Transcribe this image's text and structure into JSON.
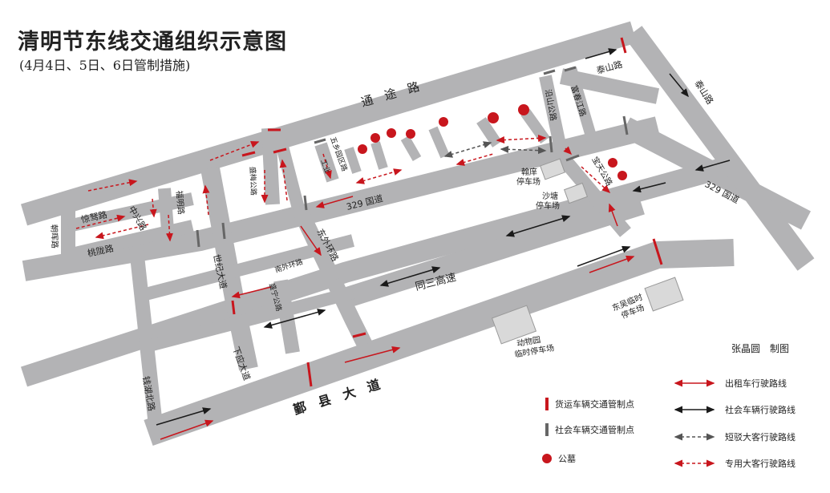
{
  "title": "清明节东线交通组织示意图",
  "subtitle": "(4月4日、5日、6日管制措施)",
  "credit": "张晶圆　制图",
  "colors": {
    "road": "#b3b3b5",
    "red": "#c8161d",
    "black": "#1a1a1a",
    "gray_marker": "#666666",
    "parking": "#d9d9d9"
  },
  "roads": {
    "tongtu": "通　途　路",
    "taishan_a": "泰山路",
    "taishan_b": "泰山路",
    "g329_a": "329 国道",
    "g329_b": "329 国道",
    "tongsan": "同三高速",
    "yinxian": "鄞　县　大　道",
    "shiji": "世纪大道",
    "xiaying": "下应大道",
    "qianhubei": "钱湖北路",
    "dongwaihuan": "东外环路",
    "nanwaihuan": "南外环路",
    "shengning": "盛宁公路",
    "shengmei": "盛梅公路",
    "wuxiang": "五乡园区路",
    "gongye": "工业",
    "yanshan": "沿山公路",
    "fuchunjiang": "富春江路",
    "baotian": "宝天公路",
    "jingnu": "惊驽路",
    "zhongxing": "中兴路",
    "taolong": "桃陇路",
    "fuming": "福明路",
    "chaohui": "朝晖路"
  },
  "parking": {
    "hanxiang": "翰庠停车场",
    "shatang": "沙塘停车场",
    "dongwu": "东吴临时停车场",
    "zoo": "动物园临时停车场"
  },
  "legend": {
    "freight": "货运车辆交通管制点",
    "social_ctrl": "社会车辆交通管制点",
    "cemetery": "公墓",
    "taxi": "出租车行驶路线",
    "social_route": "社会车辆行驶路线",
    "shuttle": "短驳大客行驶路线",
    "special": "专用大客行驶路线"
  }
}
